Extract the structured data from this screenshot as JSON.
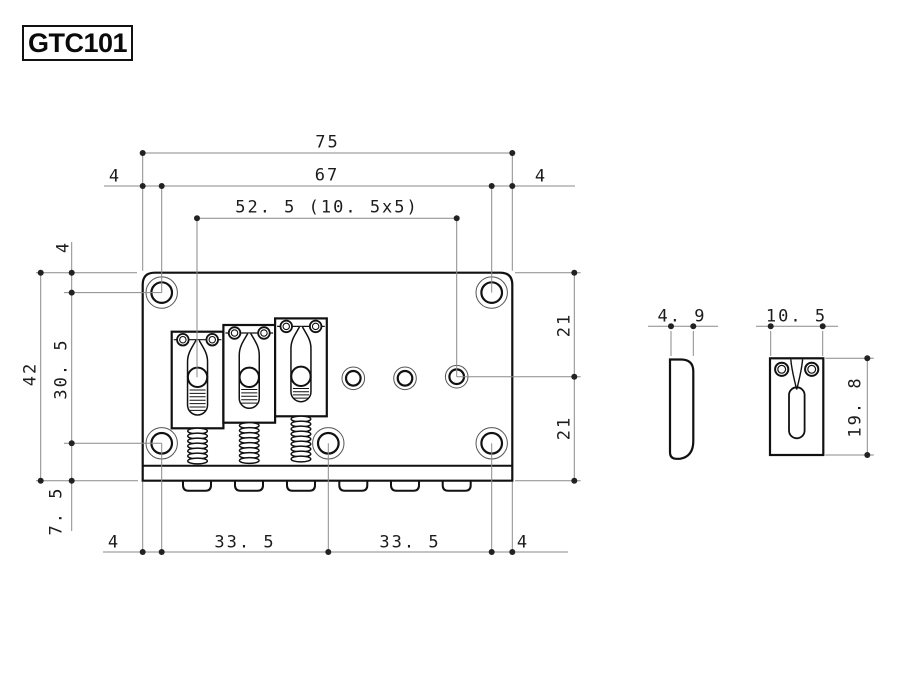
{
  "part_number": "GTC101",
  "dimensions": {
    "overall_width": "75",
    "mount_hole_span_h": "67",
    "edge_to_hole_top_left": "4",
    "edge_to_hole_top_right": "4",
    "string_spread": "52. 5 (10. 5x5)",
    "plate_top_to_hole": "4",
    "overall_height": "42",
    "mount_hole_span_v": "30. 5",
    "hole_to_bottom_edge": "7. 5",
    "top_to_string_line": "21",
    "string_line_to_bottom": "21",
    "edge_to_hole_bottom_left": "4",
    "hole_span_bottom_left": "33. 5",
    "hole_span_bottom_right": "33. 5",
    "edge_to_hole_bottom_right": "4",
    "saddle_thickness": "4. 9",
    "saddle_width": "10. 5",
    "saddle_length": "19. 8"
  }
}
